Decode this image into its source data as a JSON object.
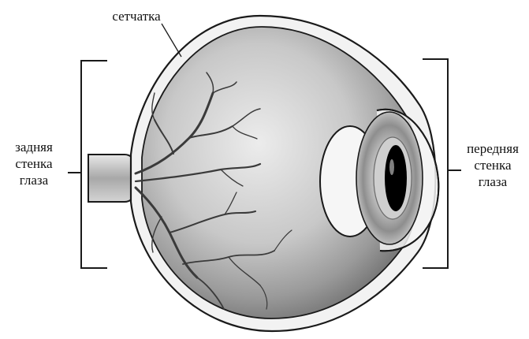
{
  "labels": {
    "retina": "сетчатка",
    "back_wall": [
      "задняя",
      "стенка",
      "глаза"
    ],
    "front_wall": [
      "передняя",
      "стенка",
      "глаза"
    ]
  },
  "colors": {
    "outline": "#1a1a1a",
    "sclera": "#f2f2f2",
    "eyeball_shade_light": "#e6e6e6",
    "eyeball_shade_dark": "#7a7a7a",
    "vessels": "#3a3a3a",
    "lens": "#f4f4f4",
    "iris_outer": "#9a9a9a",
    "iris_inner": "#cfcfcf",
    "pupil": "#000000"
  }
}
